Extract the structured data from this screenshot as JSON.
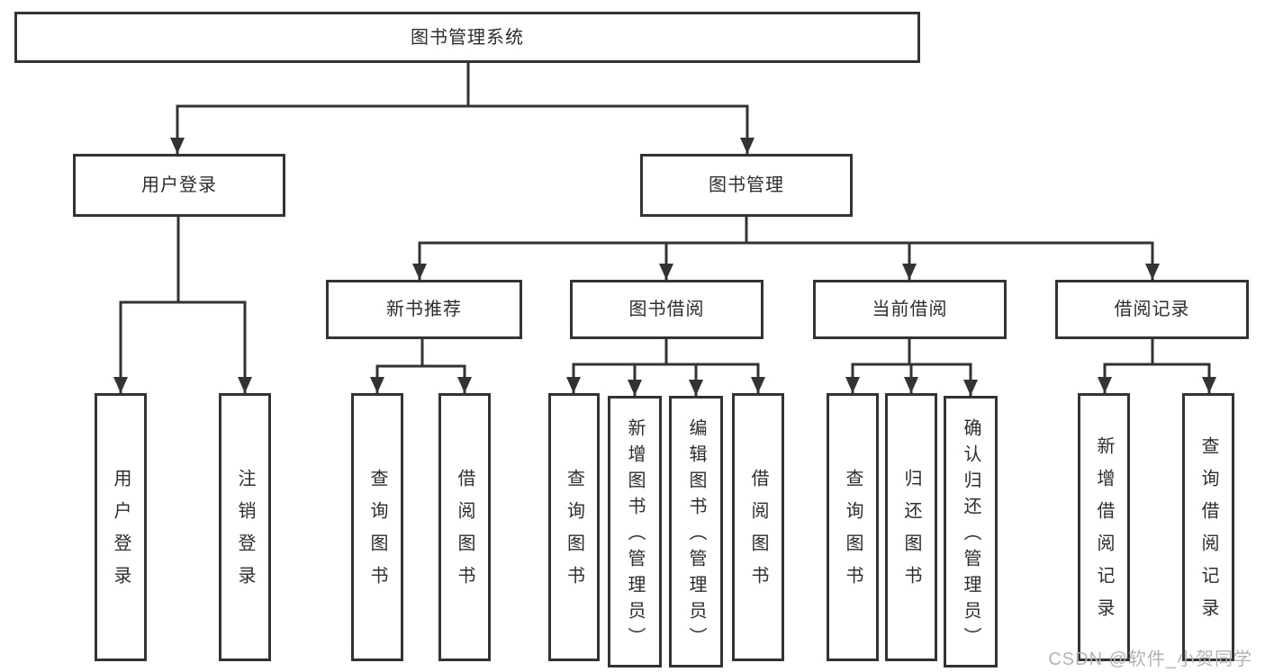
{
  "tree": {
    "label": "图书管理系统",
    "children": [
      {
        "label": "用户登录",
        "children": [
          {
            "label": "用户登录"
          },
          {
            "label": "注销登录"
          }
        ]
      },
      {
        "label": "图书管理",
        "children": [
          {
            "label": "新书推荐",
            "children": [
              {
                "label": "查询图书"
              },
              {
                "label": "借阅图书"
              }
            ]
          },
          {
            "label": "图书借阅",
            "children": [
              {
                "label": "查询图书"
              },
              {
                "label": "新增图书（管理员）"
              },
              {
                "label": "编辑图书（管理员）"
              },
              {
                "label": "借阅图书"
              }
            ]
          },
          {
            "label": "当前借阅",
            "children": [
              {
                "label": "查询图书"
              },
              {
                "label": "归还图书"
              },
              {
                "label": "确认归还（管理员）"
              }
            ]
          },
          {
            "label": "借阅记录",
            "children": [
              {
                "label": "新增借阅记录"
              },
              {
                "label": "查询借阅记录"
              }
            ]
          }
        ]
      }
    ]
  },
  "watermark": {
    "text": "CSDN @软件_小贺同学"
  },
  "colors": {
    "line": "#333333",
    "box_border": "#333333",
    "text": "#2d2d2d",
    "watermark": "#b3b3b3",
    "background": "#ffffff"
  }
}
